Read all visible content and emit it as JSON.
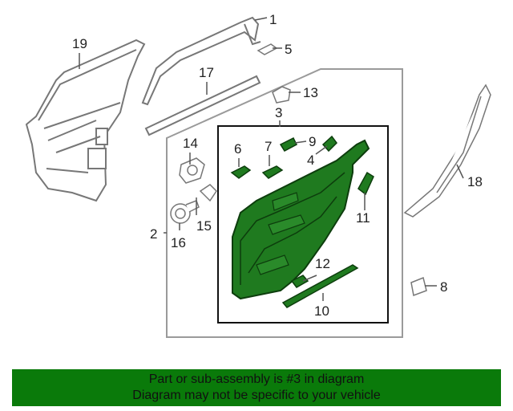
{
  "colors": {
    "highlight": "#1f7a1f",
    "line": "#777777",
    "banner_bg": "#0a7a0a",
    "banner_text": "#111111"
  },
  "callouts": {
    "c1": "1",
    "c2": "2",
    "c3": "3",
    "c4": "4",
    "c5": "5",
    "c6": "6",
    "c7": "7",
    "c8": "8",
    "c9": "9",
    "c10": "10",
    "c11": "11",
    "c12": "12",
    "c13": "13",
    "c14": "14",
    "c15": "15",
    "c16": "16",
    "c17": "17",
    "c18": "18",
    "c19": "19"
  },
  "banner": {
    "line1": "Part or sub-assembly is #3 in diagram",
    "line2": "Diagram may not be specific to your vehicle"
  }
}
